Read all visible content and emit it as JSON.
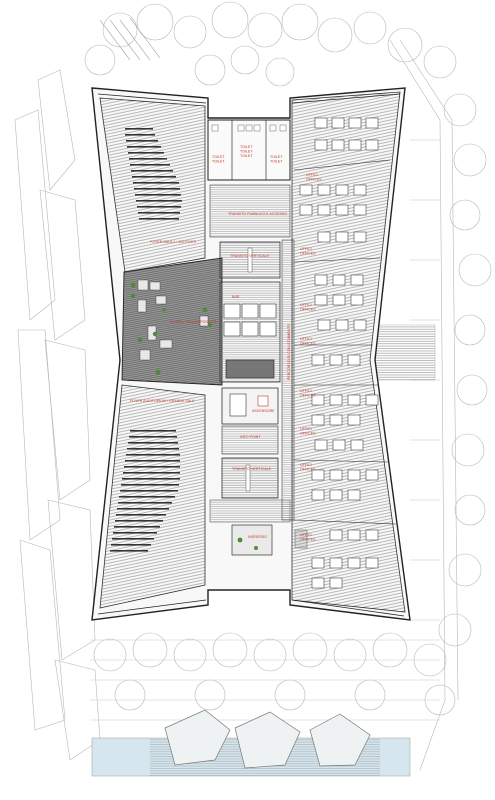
{
  "labels": {
    "toilets_left": "TOILET\nTOILET",
    "toilets_center": "TOILET\nTOILET\nTOILET",
    "toilets_right": "TOILET\nTOILET",
    "transit_top": "TRANSITO PUBBLICO E ACCESSO",
    "stair_top": "TRANSITO VERTICALE",
    "bar": "BAR",
    "auditorium_upper": "FOYER SALA 1 / 400 POSTI",
    "exhibition": "FOYER / SALA ESPOSITIVA",
    "auditorium_lower": "FOYER AUDITORIUM / GRANDE SALA",
    "info_point": "INFO POINT",
    "lift": "ASCENSORE",
    "stair_bottom": "TRANSITO VERTICALE",
    "corridor": "PERCORSO DI COLLEGAMENTO",
    "entrance": "INGRESSO",
    "office_1": "UFFICI\nOFFICES",
    "office_2": "UFFICI\nOFFICES",
    "office_3": "UFFICI\nOFFICES",
    "office_4": "UFFICI\nOFFICES",
    "office_5": "UFFICI\nOFFICES",
    "office_6": "UFFICI\nOFFICES",
    "office_7": "UFFICI\nOFFICES",
    "office_8": "UFFICI\nOFFICES"
  },
  "colors": {
    "line": "#555555",
    "wall": "#222222",
    "hatch": "#8a8a8a",
    "label": "#c0392b",
    "dark_floor": "#6e6e6e",
    "green": "#4e8a3a",
    "water": "#d6e6ee"
  }
}
